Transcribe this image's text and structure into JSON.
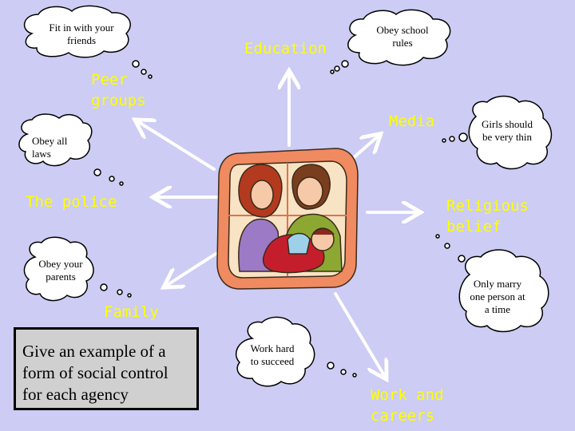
{
  "agencies": {
    "education": "Education",
    "peer_groups": "Peer groups",
    "media": "Media",
    "police": "The police",
    "religious_belief": "Religious belief",
    "family": "Family",
    "work_and_careers": "Work and careers"
  },
  "bubbles": {
    "fit_in": "Fit in with your friends",
    "obey_school": "Obey school rules",
    "obey_laws": "Obey all laws",
    "girls_thin": "Girls should be very thin",
    "obey_parents": "Obey your parents",
    "marry_one": "Only marry one person at a time",
    "work_hard": "Work hard to succeed"
  },
  "prompt": "Give an example of a form of social control for each agency",
  "colors": {
    "background": "#ccccf4",
    "agency_text": "#ffff00",
    "arrow": "#ffffff",
    "bubble_fill": "#ffffff",
    "prompt_box": "#d0d0d0"
  },
  "illustration": "family-clipart"
}
